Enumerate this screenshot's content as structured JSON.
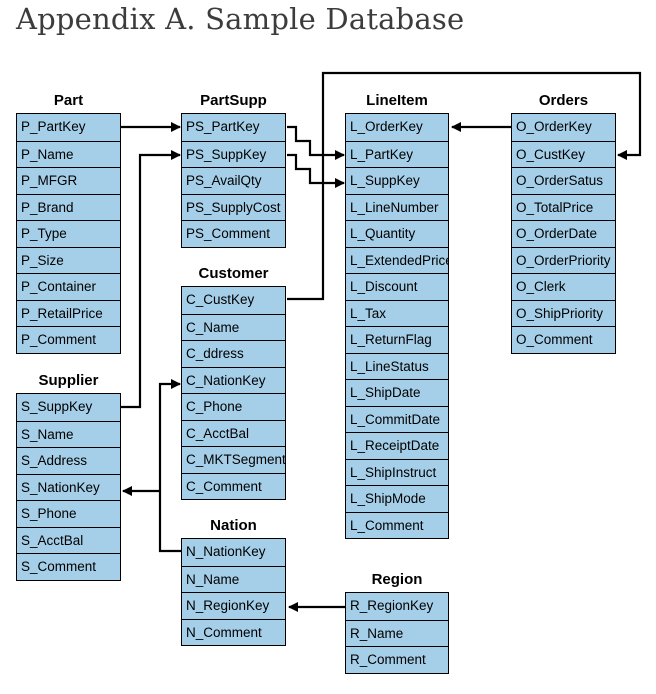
{
  "title": "Appendix A. Sample Database",
  "tables": {
    "part": {
      "name": "Part",
      "fields": [
        "P_PartKey",
        "P_Name",
        "P_MFGR",
        "P_Brand",
        "P_Type",
        "P_Size",
        "P_Container",
        "P_RetailPrice",
        "P_Comment"
      ]
    },
    "partsupp": {
      "name": "PartSupp",
      "fields": [
        "PS_PartKey",
        "PS_SuppKey",
        "PS_AvailQty",
        "PS_SupplyCost",
        "PS_Comment"
      ]
    },
    "lineitem": {
      "name": "LineItem",
      "fields": [
        "L_OrderKey",
        "L_PartKey",
        "L_SuppKey",
        "L_LineNumber",
        "L_Quantity",
        "L_ExtendedPrice",
        "L_Discount",
        "L_Tax",
        "L_ReturnFlag",
        "L_LineStatus",
        "L_ShipDate",
        "L_CommitDate",
        "L_ReceiptDate",
        "L_ShipInstruct",
        "L_ShipMode",
        "L_Comment"
      ]
    },
    "orders": {
      "name": "Orders",
      "fields": [
        "O_OrderKey",
        "O_CustKey",
        "O_OrderSatus",
        "O_TotalPrice",
        "O_OrderDate",
        "O_OrderPriority",
        "O_Clerk",
        "O_ShipPriority",
        "O_Comment"
      ]
    },
    "customer": {
      "name": "Customer",
      "fields": [
        "C_CustKey",
        "C_Name",
        "C_ddress",
        "C_NationKey",
        "C_Phone",
        "C_AcctBal",
        "C_MKTSegment",
        "C_Comment"
      ]
    },
    "supplier": {
      "name": "Supplier",
      "fields": [
        "S_SuppKey",
        "S_Name",
        "S_Address",
        "S_NationKey",
        "S_Phone",
        "S_AcctBal",
        "S_Comment"
      ]
    },
    "nation": {
      "name": "Nation",
      "fields": [
        "N_NationKey",
        "N_Name",
        "N_RegionKey",
        "N_Comment"
      ]
    },
    "region": {
      "name": "Region",
      "fields": [
        "R_RegionKey",
        "R_Name",
        "R_Comment"
      ]
    }
  },
  "relationships": [
    {
      "from": "part.P_PartKey",
      "to": "partsupp.PS_PartKey"
    },
    {
      "from": "supplier.S_SuppKey",
      "to": "partsupp.PS_SuppKey"
    },
    {
      "from": "partsupp.PS_PartKey",
      "to": "lineitem.L_PartKey"
    },
    {
      "from": "partsupp.PS_SuppKey",
      "to": "lineitem.L_SuppKey"
    },
    {
      "from": "orders.O_OrderKey",
      "to": "lineitem.L_OrderKey"
    },
    {
      "from": "customer.C_CustKey",
      "to": "orders.O_CustKey"
    },
    {
      "from": "nation.N_NationKey",
      "to": "customer.C_NationKey"
    },
    {
      "from": "nation.N_NationKey",
      "to": "supplier.S_NationKey"
    },
    {
      "from": "region.R_RegionKey",
      "to": "nation.N_RegionKey"
    }
  ]
}
